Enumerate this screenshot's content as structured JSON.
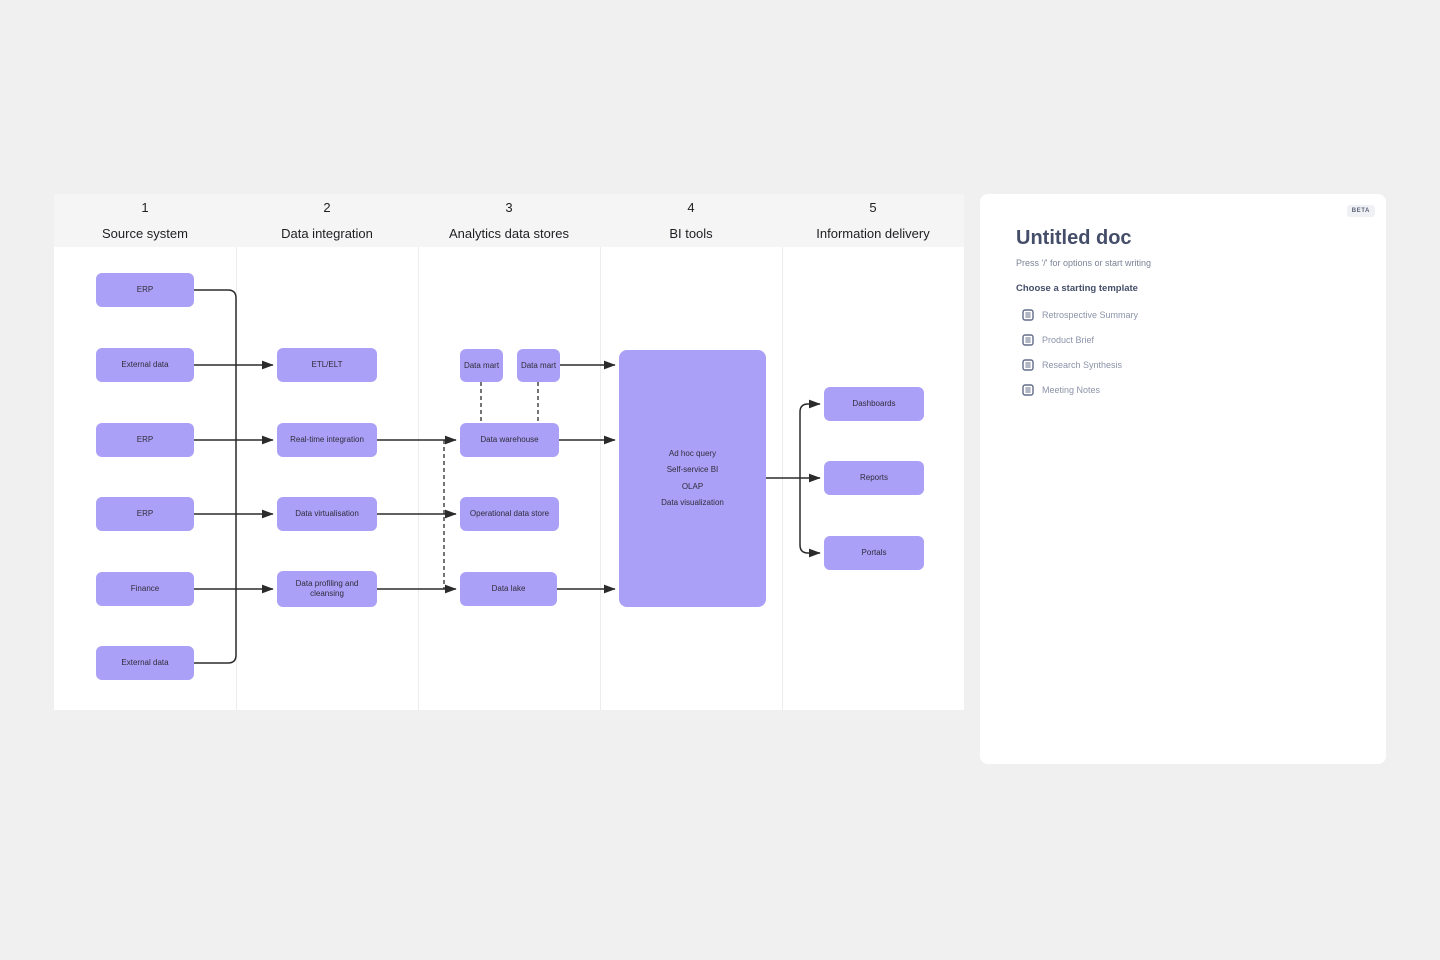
{
  "colors": {
    "page_background": "#f0f0f1",
    "board_background": "#ffffff",
    "board_header_background": "#f5f5f6",
    "node_fill": "#aba0f7",
    "node_text": "#2d2d3a",
    "connector": "#2b2b2b",
    "panel_background": "#ffffff",
    "panel_title_text": "#454e69",
    "panel_muted_text": "#7b8396",
    "template_text": "#8b93a8"
  },
  "board": {
    "columns": [
      {
        "number": "1",
        "label": "Source system"
      },
      {
        "number": "2",
        "label": "Data integration"
      },
      {
        "number": "3",
        "label": "Analytics data stores"
      },
      {
        "number": "4",
        "label": "BI tools"
      },
      {
        "number": "5",
        "label": "Information delivery"
      }
    ],
    "source_nodes": [
      "ERP",
      "External data",
      "ERP",
      "ERP",
      "Finance",
      "External data"
    ],
    "integration_nodes": [
      "ETL/ELT",
      "Real-time integration",
      "Data virtualisation",
      "Data profiling and cleansing"
    ],
    "analytics_nodes": {
      "data_mart_1": "Data mart",
      "data_mart_2": "Data mart",
      "data_warehouse": "Data warehouse",
      "operational_data_store": "Operational data store",
      "data_lake": "Data lake"
    },
    "bi_tools_lines": [
      "Ad hoc query",
      "Self-service BI",
      "OLAP",
      "Data visualization"
    ],
    "delivery_nodes": [
      "Dashboards",
      "Reports",
      "Portals"
    ]
  },
  "doc_panel": {
    "beta_badge": "BETA",
    "title": "Untitled doc",
    "hint": "Press '/' for options or start writing",
    "templates_heading": "Choose a starting template",
    "templates": [
      {
        "label": "Retrospective Summary"
      },
      {
        "label": "Product Brief"
      },
      {
        "label": "Research Synthesis"
      },
      {
        "label": "Meeting Notes"
      }
    ]
  }
}
